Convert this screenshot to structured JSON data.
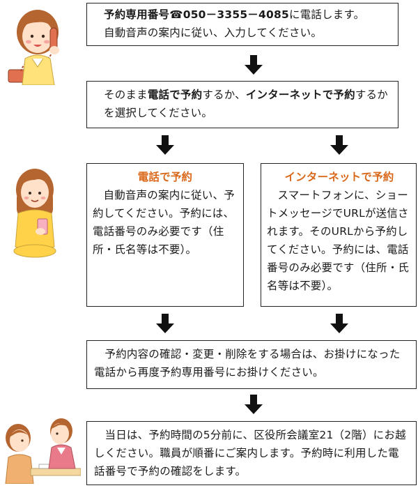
{
  "step1": {
    "line1_bold": "予約専用番号☎050－3355－4085",
    "line1_rest": "に電話します。",
    "line2": "自動音声の案内に従い、入力してください。"
  },
  "step2": {
    "part1": "そのまま",
    "part2": "電話で予約",
    "part3": "するか、",
    "part4": "インターネットで予約",
    "part5": "するかを選択してください。"
  },
  "phone_option": {
    "title": "電話で予約",
    "body": "自動音声の案内に従い、予約してください。予約には、電話番号のみ必要です（住所・氏名等は不要）。"
  },
  "internet_option": {
    "title": "インターネットで予約",
    "body": "スマートフォンに、ショートメッセージでURLが送信されます。そのURLから予約してください。予約には、電話番号のみ必要です（住所・氏名等は不要）。"
  },
  "step3": {
    "body": "予約内容の確認・変更・削除をする場合は、お掛けになった電話から再度予約専用番号にお掛けください。"
  },
  "step4": {
    "body": "当日は、予約時間の5分前に、区役所会議室21（2階）にお越しください。職員が順番にご案内します。予約時に利用した電話番号で予約の確認をします。"
  },
  "colors": {
    "accent": "#d9681a",
    "border": "#222222",
    "arrow": "#111111"
  },
  "icons": [
    "woman-phone-illustration",
    "woman-smartphone-illustration",
    "reception-illustration",
    "down-arrow-icon"
  ]
}
